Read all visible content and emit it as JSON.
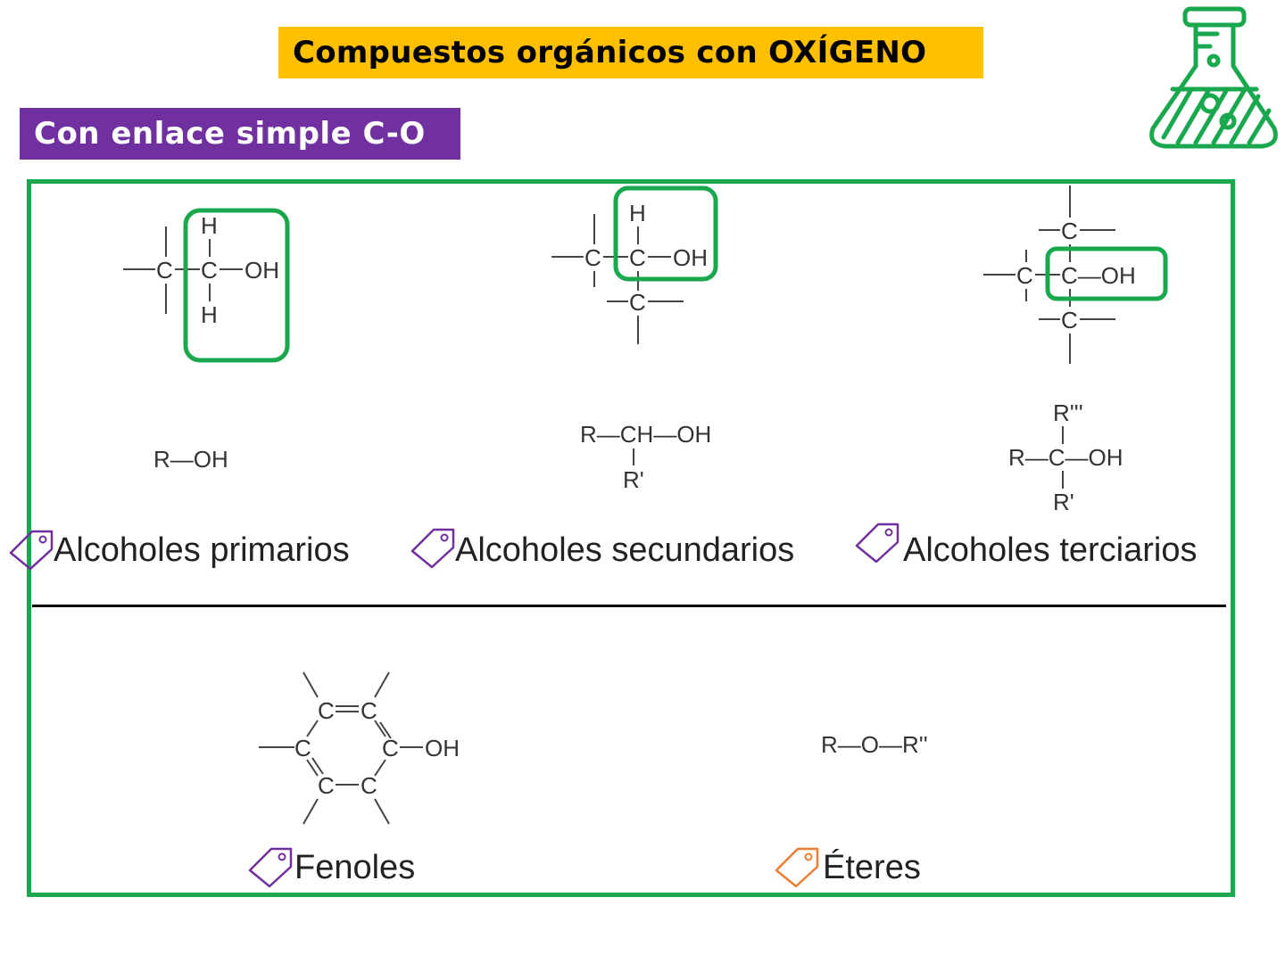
{
  "header": {
    "title": "Compuestos orgánicos con OXÍGENO"
  },
  "section": {
    "subtitle": "Con enlace simple C-O"
  },
  "colors": {
    "title_bg": "#ffc000",
    "subtitle_bg": "#7030a0",
    "frame": "#1aa84f",
    "tag_purple": "#7030a0",
    "tag_orange": "#ed7d31"
  },
  "icons": {
    "flask": "flask-icon",
    "tag": "tag-icon"
  },
  "structures": {
    "atom_c": "C",
    "atom_h": "H",
    "group_oh": "OH",
    "group_c_oh": "C—OH",
    "group_c_double": "C═C"
  },
  "formulas": {
    "primary": "R—OH",
    "secondary_main": "R—CH—OH",
    "secondary_sub": "R'",
    "tertiary_top": "R'''",
    "tertiary_main": "R—C—OH",
    "tertiary_bottom": "R'",
    "ether": "R—O—R''"
  },
  "labels": {
    "primary": "Alcoholes primarios",
    "secondary": "Alcoholes secundarios",
    "tertiary": "Alcoholes terciarios",
    "phenols": "Fenoles",
    "ethers": "Éteres"
  }
}
